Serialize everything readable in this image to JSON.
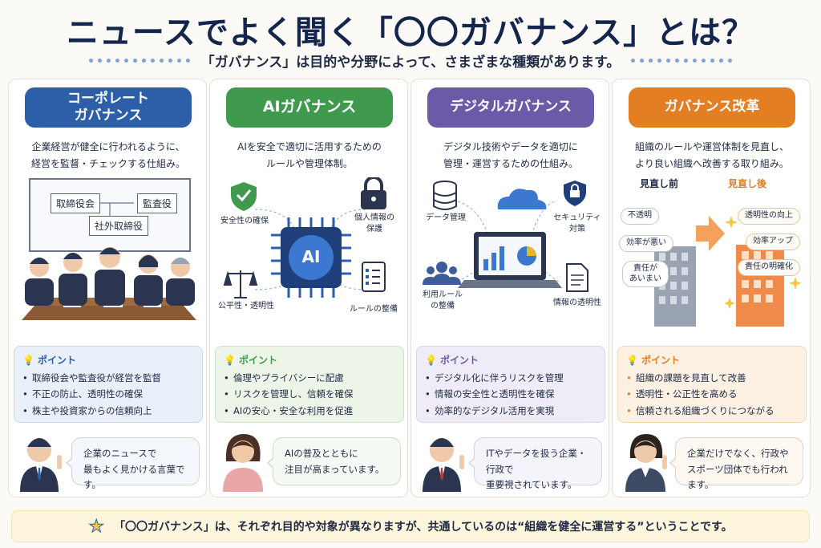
{
  "title": "ニュースでよく聞く「〇〇ガバナンス」とは？",
  "subtitle": "「ガバナンス」は目的や分野によって、さまざまな種類があります。",
  "panels": [
    {
      "heading": "コーポレート\nガバナンス",
      "description": "企業経営が健全に行われるように、\n経営を監督・チェックする仕組み。",
      "illustration": {
        "board_labels": [
          "取締役会",
          "監査役",
          "社外取締役"
        ]
      },
      "point_title": "ポイント",
      "points": [
        "取締役会や監査役が経営を監督",
        "不正の防止、透明性の確保",
        "株主や投資家からの信頼向上"
      ],
      "speech": "企業のニュースで\n最もよく見かける言葉です。"
    },
    {
      "heading": "AIガバナンス",
      "description": "AIを安全で適切に活用するための\nルールや管理体制。",
      "illustration": {
        "chip_label": "AI",
        "labels": [
          "安全性の確保",
          "個人情報の\n保護",
          "公平性・透明性",
          "ルールの整備"
        ]
      },
      "point_title": "ポイント",
      "points": [
        "倫理やプライバシーに配慮",
        "リスクを管理し、信頼を確保",
        "AIの安心・安全な利用を促進"
      ],
      "speech": "AIの普及とともに\n注目が高まっています。"
    },
    {
      "heading": "デジタルガバナンス",
      "description": "デジタル技術やデータを適切に\n管理・運営するための仕組み。",
      "illustration": {
        "labels": [
          "データ管理",
          "セキュリティ\n対策",
          "利用ルール\nの整備",
          "情報の透明性"
        ]
      },
      "point_title": "ポイント",
      "points": [
        "デジタル化に伴うリスクを管理",
        "情報の安全性と透明性を確保",
        "効率的なデジタル活用を実現"
      ],
      "speech": "ITやデータを扱う企業・行政で\n重要視されています。"
    },
    {
      "heading": "ガバナンス改革",
      "description": "組織のルールや運営体制を見直し、\nより良い組織へ改善する取り組み。",
      "illustration": {
        "before_label": "見直し前",
        "after_label": "見直し後",
        "before_tags": [
          "不透明",
          "効率が悪い",
          "責任が\nあいまい"
        ],
        "after_tags": [
          "透明性の向上",
          "効率アップ",
          "責任の明確化"
        ]
      },
      "point_title": "ポイント",
      "points": [
        "組織の課題を見直して改善",
        "透明性・公正性を高める",
        "信頼される組織づくりにつながる"
      ],
      "speech": "企業だけでなく、行政や\nスポーツ団体でも行われます。"
    }
  ],
  "footer": "「〇〇ガバナンス」は、それぞれ目的や対象が異なりますが、共通しているのは“組織を健全に運営する”ということです。",
  "colors": {
    "navy": "#14264d",
    "corporate": "#2d5fa8",
    "ai": "#3f9a4e",
    "digital": "#6b5aa8",
    "reform": "#e47e22"
  }
}
